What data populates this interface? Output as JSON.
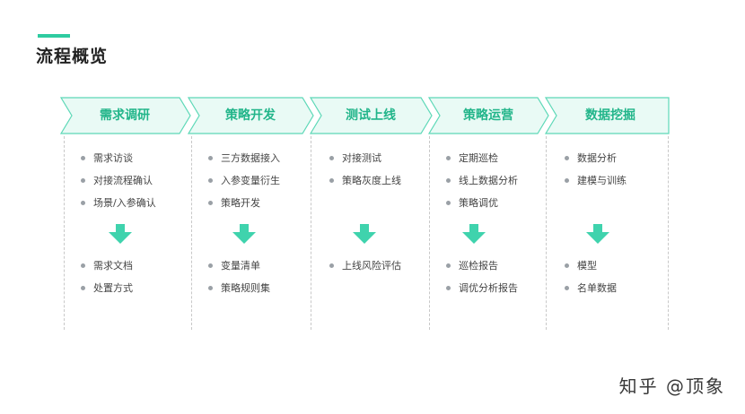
{
  "page": {
    "title": "流程概览"
  },
  "colors": {
    "accent": "#2ecba0",
    "stage_fill": "#e9faf5",
    "stage_text": "#22b58a",
    "arrow": "#3fd3ad",
    "bullet": "#9aa0a6"
  },
  "stages": [
    {
      "label": "需求调研",
      "inputs": [
        "需求访谈",
        "对接流程确认",
        "场景/入参确认"
      ],
      "outputs": [
        "需求文档",
        "处置方式"
      ]
    },
    {
      "label": "策略开发",
      "inputs": [
        "三方数据接入",
        "入参变量衍生",
        "策略开发"
      ],
      "outputs": [
        "变量清单",
        "策略规则集"
      ]
    },
    {
      "label": "测试上线",
      "inputs": [
        "对接测试",
        "策略灰度上线"
      ],
      "outputs": [
        "上线风险评估"
      ]
    },
    {
      "label": "策略运营",
      "inputs": [
        "定期巡检",
        "线上数据分析",
        "策略调优"
      ],
      "outputs": [
        "巡检报告",
        "调优分析报告"
      ]
    },
    {
      "label": "数据挖掘",
      "inputs": [
        "数据分析",
        "建模与训练"
      ],
      "outputs": [
        "模型",
        "名单数据"
      ]
    }
  ],
  "watermark": {
    "text": "知乎 @顶象",
    "logo_text": "@"
  }
}
